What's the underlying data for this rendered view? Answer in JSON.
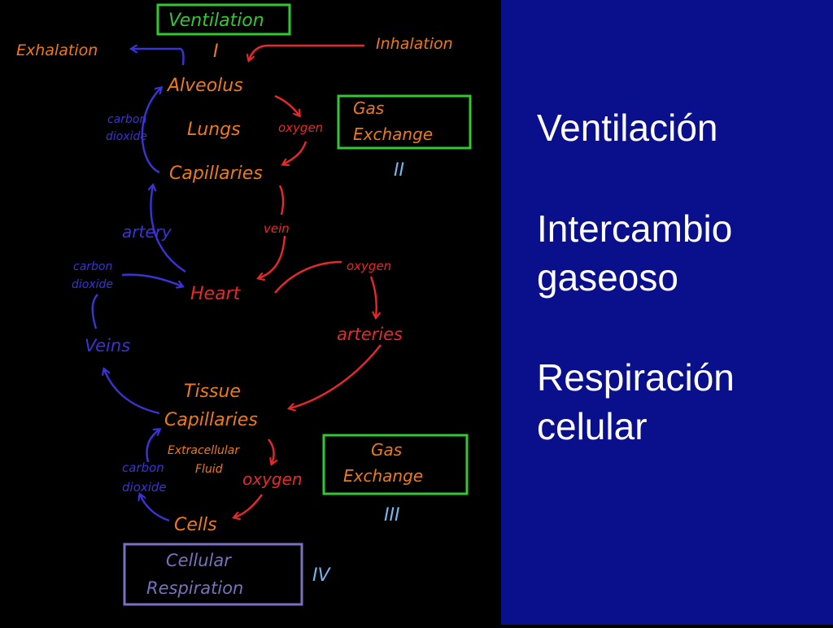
{
  "colors": {
    "orange": "#f07a12",
    "red": "#e8282a",
    "blue": "#3b33d6",
    "green": "#32c832",
    "lightblue": "#74b8f0",
    "purple": "#7a6fc0",
    "side_bg": "#0a0f8c"
  },
  "diagram": {
    "ventilation": "Ventilation",
    "roman_1": "I",
    "exhalation": "Exhalation",
    "inhalation": "Inhalation",
    "alveolus": "Alveolus",
    "carbon_dioxide_top_1": "carbon",
    "carbon_dioxide_top_2": "dioxide",
    "lungs": "Lungs",
    "oxygen_top": "oxygen",
    "gas_exchange_1_line1": "Gas",
    "gas_exchange_1_line2": "Exchange",
    "roman_2": "II",
    "capillaries": "Capillaries",
    "vein": "vein",
    "artery": "artery",
    "carbon_dioxide_mid_1": "carbon",
    "carbon_dioxide_mid_2": "dioxide",
    "oxygen_mid": "oxygen",
    "heart": "Heart",
    "arteries": "arteries",
    "veins": "Veins",
    "tissue": "Tissue",
    "tissue_capillaries": "Capillaries",
    "extracellular": "Extracellular",
    "fluid": "Fluid",
    "carbon_dioxide_low_1": "carbon",
    "carbon_dioxide_low_2": "dioxide",
    "oxygen_low": "oxygen",
    "gas_exchange_2_line1": "Gas",
    "gas_exchange_2_line2": "Exchange",
    "roman_3": "III",
    "cells": "Cells",
    "cellular_1": "Cellular",
    "cellular_2": "Respiration",
    "roman_4": "IV"
  },
  "side": {
    "line1": "Ventilación",
    "line2": "Intercambio",
    "line3": "gaseoso",
    "line4": "Respiración",
    "line5": "celular"
  }
}
